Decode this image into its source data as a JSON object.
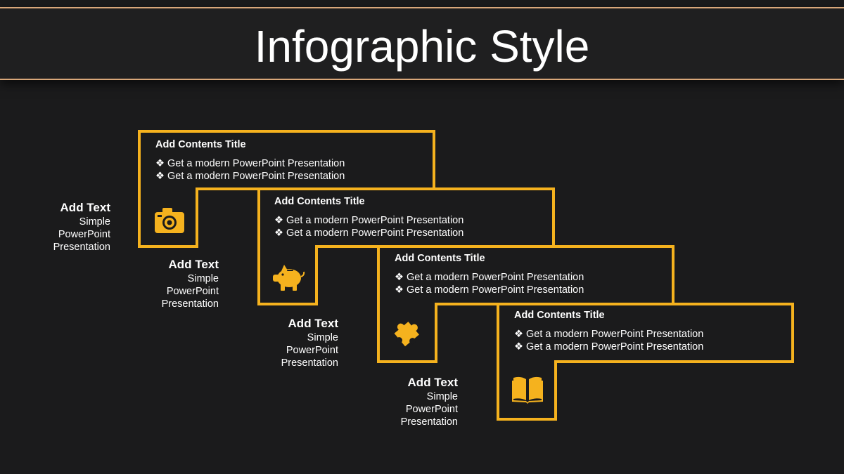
{
  "title": "Infographic Style",
  "colors": {
    "accent": "#f5b21e",
    "background": "#1b1b1c",
    "text": "#ffffff"
  },
  "steps": [
    {
      "box_title": "Add Contents Title",
      "bullets": [
        "❖ Get a modern PowerPoint  Presentation",
        "❖ Get a modern PowerPoint  Presentation"
      ],
      "icon": "camera-icon",
      "side_title": "Add Text",
      "side_lines": [
        "Simple",
        "PowerPoint",
        "Presentation"
      ]
    },
    {
      "box_title": "Add Contents Title",
      "bullets": [
        "❖ Get a modern PowerPoint  Presentation",
        "❖ Get a modern PowerPoint  Presentation"
      ],
      "icon": "piggy-bank-icon",
      "side_title": "Add Text",
      "side_lines": [
        "Simple",
        "PowerPoint",
        "Presentation"
      ]
    },
    {
      "box_title": "Add Contents Title",
      "bullets": [
        "❖ Get a modern PowerPoint  Presentation",
        "❖ Get a modern PowerPoint  Presentation"
      ],
      "icon": "puzzle-piece-icon",
      "side_title": "Add Text",
      "side_lines": [
        "Simple",
        "PowerPoint",
        "Presentation"
      ]
    },
    {
      "box_title": "Add Contents Title",
      "bullets": [
        "❖ Get a modern PowerPoint  Presentation",
        "❖ Get a modern PowerPoint  Presentation"
      ],
      "icon": "open-book-icon",
      "side_title": "Add Text",
      "side_lines": [
        "Simple",
        "PowerPoint",
        "Presentation"
      ]
    }
  ]
}
